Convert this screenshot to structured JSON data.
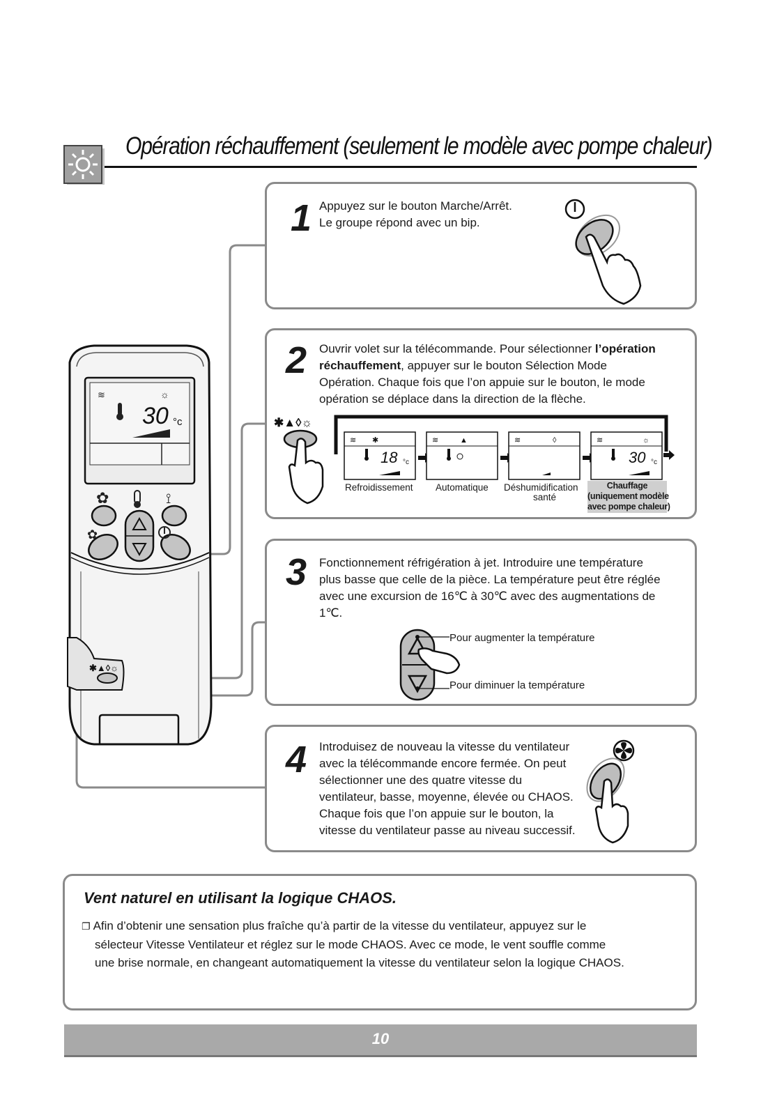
{
  "header": {
    "title": "Opération réchauffement (seulement le modèle avec pompe chaleur)"
  },
  "steps": [
    {
      "number": "1",
      "lines": [
        "Appuyez sur le bouton Marche/Arrêt.",
        "Le groupe répond avec un bip."
      ]
    },
    {
      "number": "2",
      "line1_pre": "Ouvrir volet sur la télécommande. Pour sélectionner ",
      "line1_bold": "l’opération",
      "line2_bold": "réchauffement",
      "line2_post": ", appuyer sur le bouton Sélection Mode",
      "line3": "Opération. Chaque fois que l’on appuie sur le bouton, le mode",
      "line4": "opération se déplace dans la direction de la flèche.",
      "modes": [
        {
          "label": "Refroidissement",
          "temp": "18"
        },
        {
          "label": "Automatique"
        },
        {
          "label": "Déshumidification",
          "sub": "santé"
        },
        {
          "label": "Chauffage",
          "sub1": "(uniquement modèle",
          "sub2": "avec pompe chaleur)",
          "temp": "30"
        }
      ],
      "unit": "°c"
    },
    {
      "number": "3",
      "lines": [
        "Fonctionnement réfrigération à jet. Introduire une température",
        "plus basse que celle de la pièce. La température peut être réglée",
        "avec une excursion de 16℃ à 30℃ avec des augmentations de",
        "1℃."
      ],
      "up_label": "Pour augmenter la température",
      "down_label": "Pour diminuer la température"
    },
    {
      "number": "4",
      "lines": [
        "Introduisez de nouveau la vitesse du ventilateur",
        "avec la télécommande encore fermée. On peut",
        "sélectionner une des quatre vitesse du",
        "ventilateur, basse, moyenne, élevée ou CHAOS.",
        "Chaque fois que l’on appuie sur le bouton, la",
        "vitesse du ventilateur passe au niveau successif."
      ]
    }
  ],
  "remote": {
    "display_temp": "30",
    "display_unit": "°c"
  },
  "note": {
    "title": "Vent naturel en utilisant la logique CHAOS.",
    "bullet": "❐",
    "lines": [
      "Afin d’obtenir une sensation plus fraîche qu’à partir de la vitesse du ventilateur, appuyez sur le",
      "sélecteur Vitesse Ventilateur et réglez sur le mode CHAOS. Avec ce mode, le vent souffle comme",
      "une brise normale, en changeant automatiquement la vitesse du ventilateur selon la logique CHAOS."
    ]
  },
  "footer": {
    "page_number": "10"
  },
  "colors": {
    "box_border": "#8a8a8a",
    "footer_bar": "#a9a9a9",
    "button_fill": "#bdbdbd"
  }
}
